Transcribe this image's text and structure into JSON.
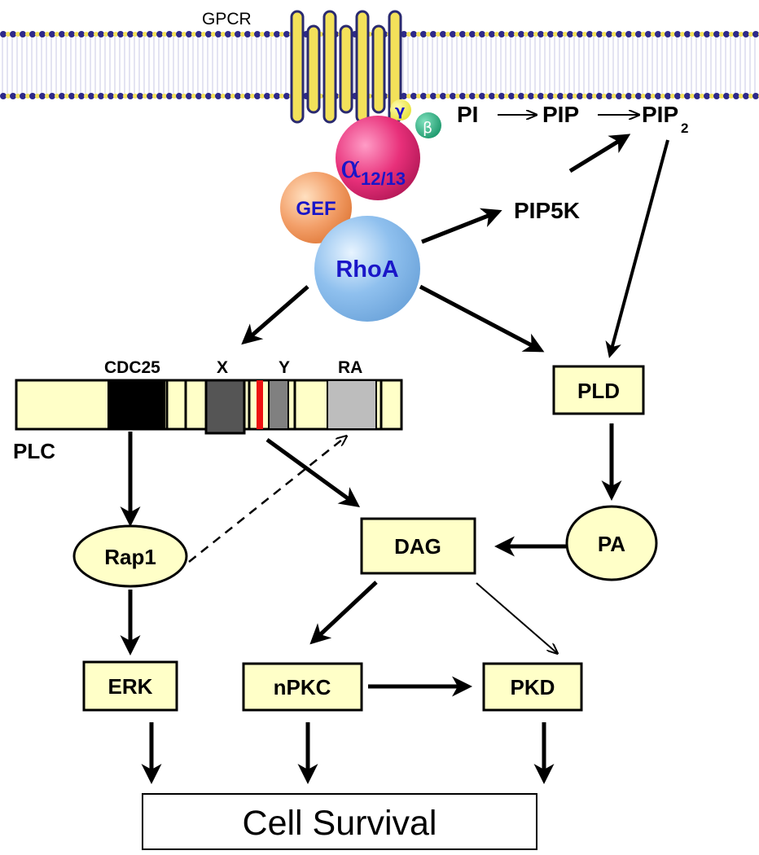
{
  "receptor": {
    "label": "GPCR"
  },
  "g_protein": {
    "gamma": "γ",
    "beta": "β",
    "alpha_symbol": "α",
    "alpha_subscript": "12/13"
  },
  "gef": "GEF",
  "rhoa": "RhoA",
  "lipids": {
    "pi": "PI",
    "pip": "PIP",
    "pip2_main": "PIP",
    "pip2_sub": "2"
  },
  "pip5k": "PIP5K",
  "plc": {
    "label": "PLC",
    "domains": {
      "cdc25": "CDC25",
      "x": "X",
      "y": "Y",
      "ra": "RA"
    }
  },
  "nodes": {
    "pld": "PLD",
    "pa": "PA",
    "dag": "DAG",
    "rap1": "Rap1",
    "erk": "ERK",
    "npkc": "nPKC",
    "pkd": "PKD"
  },
  "outcome": "Cell Survival",
  "colors": {
    "node_fill": "#ffffc8",
    "membrane_dots": "#2e2a8a",
    "receptor_fill": "#f3e15a",
    "receptor_stroke": "#2a2a70",
    "alpha_ball": "#e8307a",
    "beta_ball": "#1f9a6e",
    "gamma_ball": "#e8e23a",
    "gef_ball": "#f3a06a",
    "rhoa_ball": "#8fc0ee",
    "cdc25_block": "#000000",
    "x_block": "#555555",
    "y_block": "#808080",
    "ra_block": "#bdbdbd",
    "red_band": "#ee1111"
  }
}
